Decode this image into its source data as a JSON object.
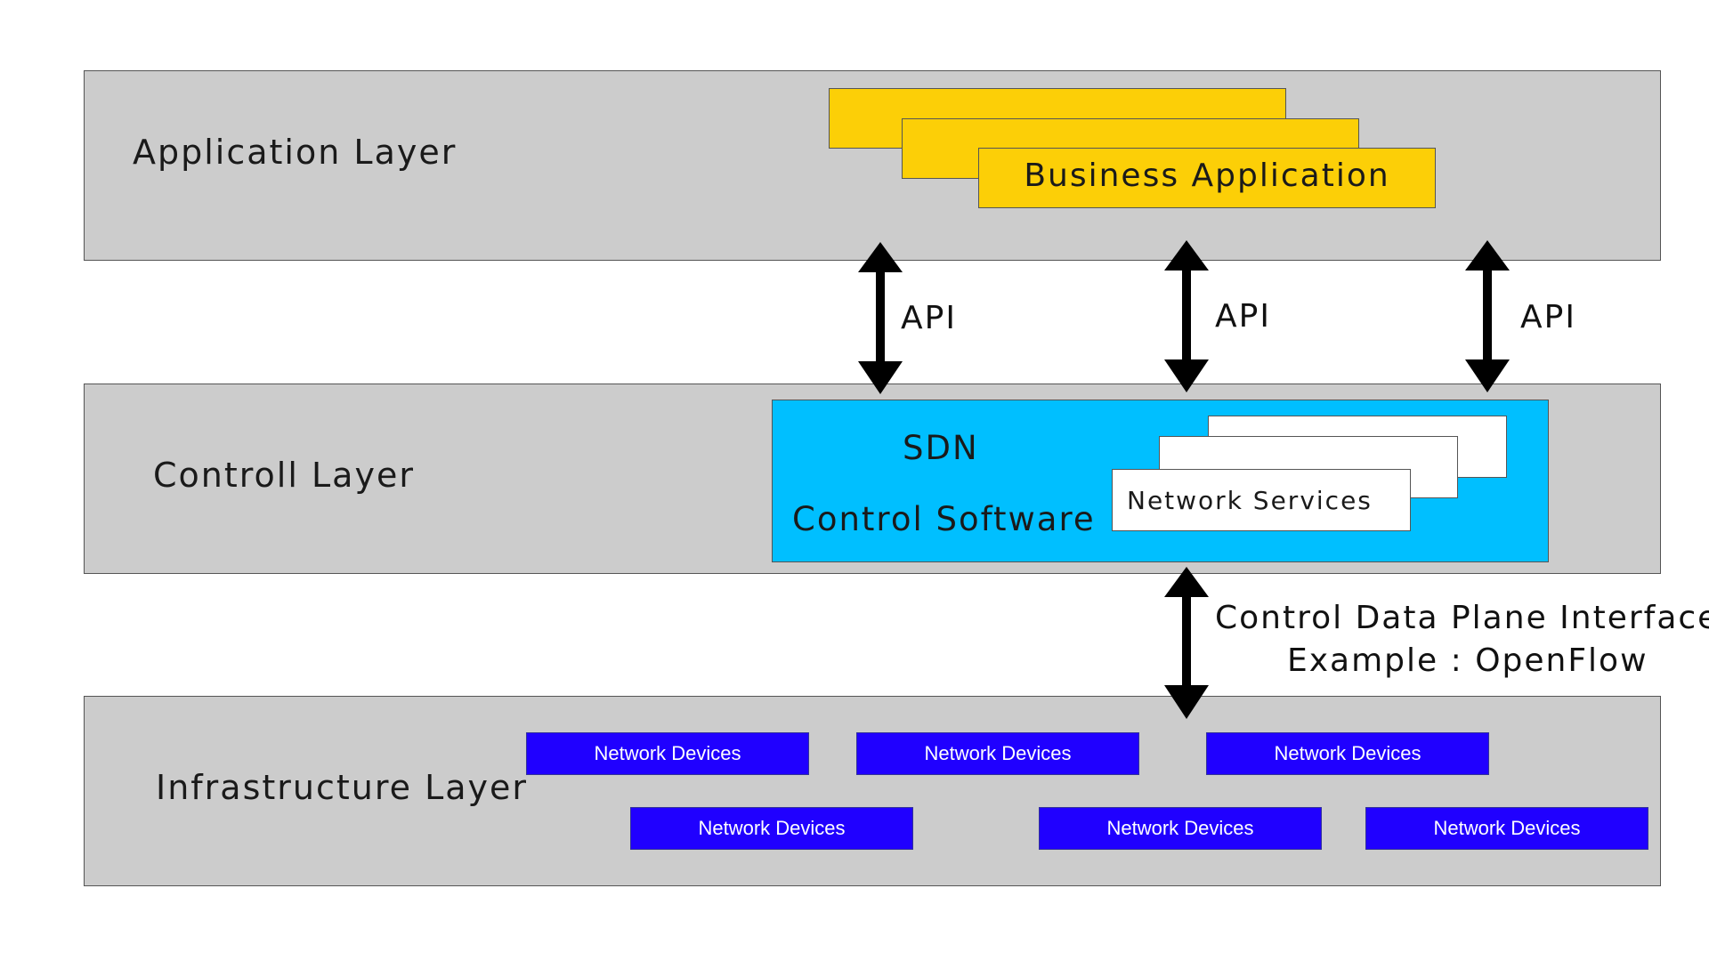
{
  "layers": {
    "application": "Application Layer",
    "control": "Controll Layer",
    "infrastructure": "Infrastructure Layer"
  },
  "business_application": {
    "label": "Business Application"
  },
  "sdn": {
    "line1": "SDN",
    "line2": "Control Software",
    "network_services": "Network Services"
  },
  "api_labels": [
    "API",
    "API",
    "API"
  ],
  "interface": {
    "line1": "Control Data Plane Interface",
    "line2": "Example : OpenFlow"
  },
  "network_devices": [
    "Network Devices",
    "Network Devices",
    "Network Devices",
    "Network Devices",
    "Network Devices",
    "Network Devices"
  ],
  "colors": {
    "layer_bg": "#cccccc",
    "business_app": "#fccf07",
    "sdn_box": "#00bfff",
    "network_device": "#2000ff",
    "arrow": "#000000"
  }
}
